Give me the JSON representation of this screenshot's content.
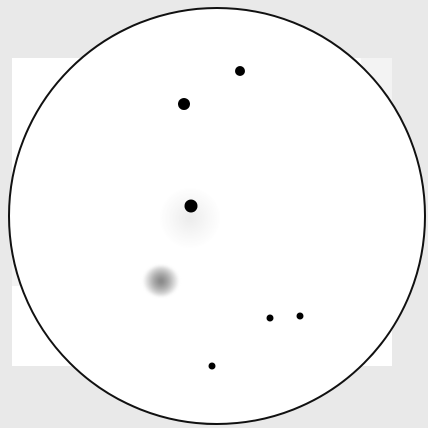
{
  "scene": {
    "background_color": "#e9e9e9",
    "disc_fill": "#ffffff",
    "disc_outline": "#111111",
    "point_color": "#000000",
    "blur_color": "#8f8f8f"
  },
  "field": {
    "marks": [
      {
        "kind": "dot"
      },
      {
        "kind": "dot"
      },
      {
        "kind": "glow-dot"
      },
      {
        "kind": "blur"
      },
      {
        "kind": "dot"
      },
      {
        "kind": "dot"
      },
      {
        "kind": "dot"
      }
    ]
  }
}
